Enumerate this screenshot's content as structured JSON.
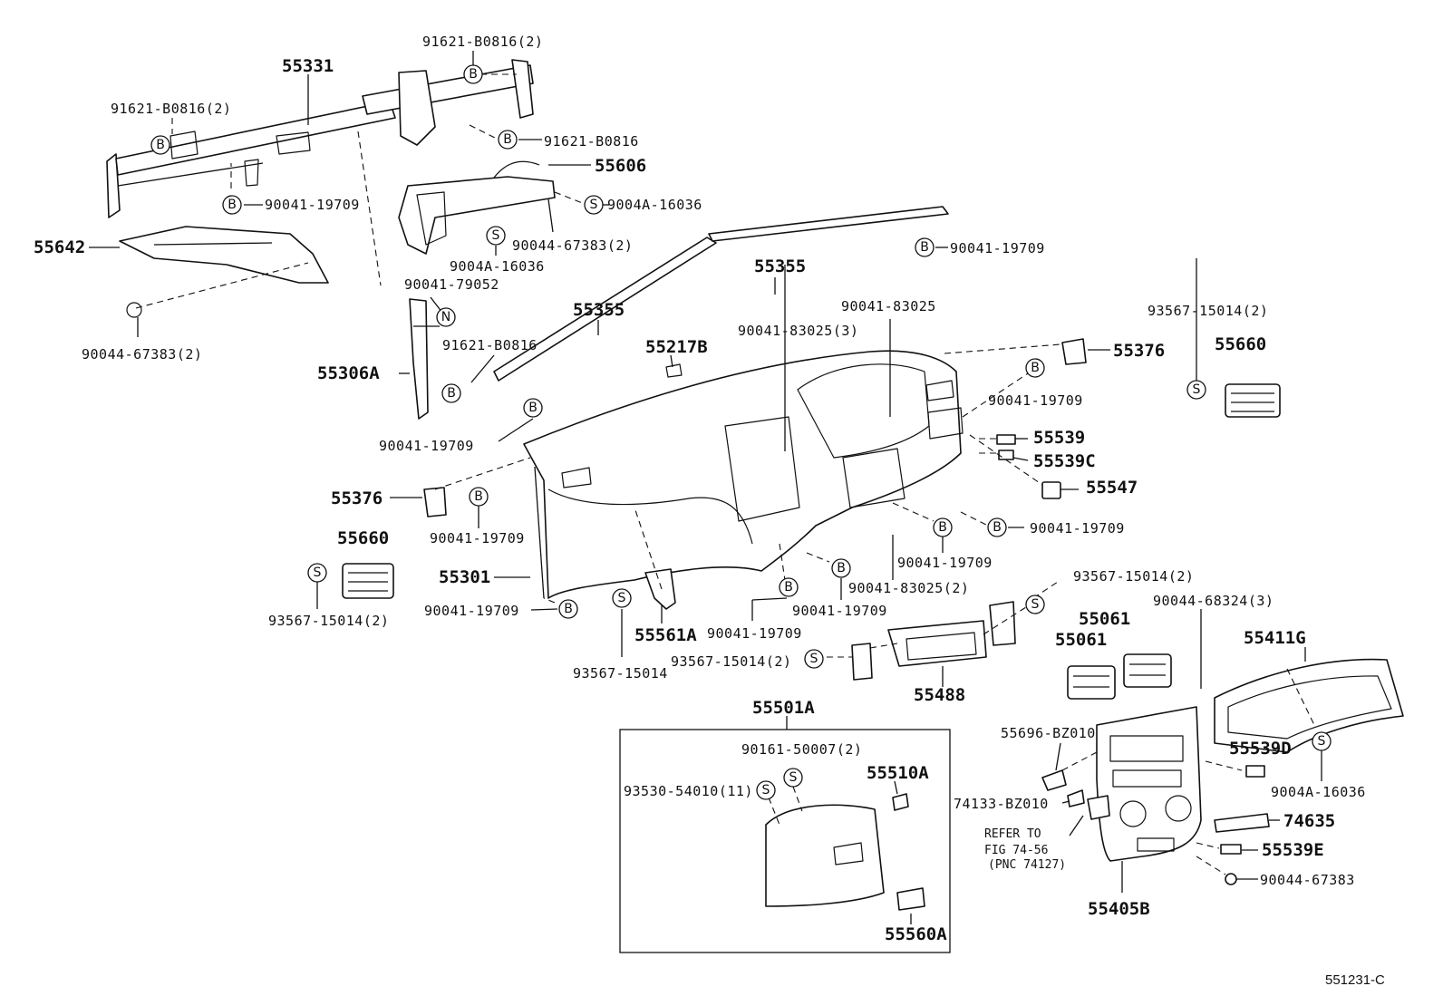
{
  "labels": {
    "p55331": "55331",
    "p91621a": "91621-B0816(2)",
    "p91621b": "91621-B0816(2)",
    "p91621c": "91621-B0816",
    "p55606": "55606",
    "p90041_19709_top": "90041-19709",
    "p9004a_16036_a": "9004A-16036",
    "p90044_67383_2a": "90044-67383(2)",
    "p9004a_16036_b": "9004A-16036",
    "p55642": "55642",
    "p90041_79052": "90041-79052",
    "p90044_67383_2b": "90044-67383(2)",
    "p55355a": "55355",
    "p55355b": "55355",
    "p91621d": "91621-B0816",
    "p55306a": "55306A",
    "p55217b": "55217B",
    "p90041_83025_3": "90041-83025(3)",
    "p90041_83025": "90041-83025",
    "p90041_19709_r1": "90041-19709",
    "p55376a": "55376",
    "p93567_15014_2a": "93567-15014(2)",
    "p55660a": "55660",
    "p90041_19709_r2": "90041-19709",
    "p90041_19709_l1": "90041-19709",
    "p55539": "55539",
    "p55539c": "55539C",
    "p55547": "55547",
    "p55376b": "55376",
    "p90041_19709_l2": "90041-19709",
    "p90041_19709_r3": "90041-19709",
    "p55660b": "55660",
    "p90041_19709_c1": "90041-19709",
    "p55301": "55301",
    "p90041_83025_2": "90041-83025(2)",
    "p90041_19709_c2": "90041-19709",
    "p93567_15014_2b": "93567-15014(2)",
    "p90041_19709_l3": "90041-19709",
    "p93567_15014_2c": "93567-15014(2)",
    "p55561a": "55561A",
    "p90041_19709_c3": "90041-19709",
    "p90044_68324_3": "90044-68324(3)",
    "p55061a": "55061",
    "p55061b": "55061",
    "p55411g": "55411G",
    "p93567_15014_2d": "93567-15014(2)",
    "p93567_15014": "93567-15014",
    "p55488": "55488",
    "p55501a": "55501A",
    "p55696_bz010": "55696-BZ010",
    "p55539d": "55539D",
    "p90161_50007_2": "90161-50007(2)",
    "p55510a": "55510A",
    "p93530_54010_11": "93530-54010(11)",
    "p74133_bz010": "74133-BZ010",
    "p9004a_16036_c": "9004A-16036",
    "p74635": "74635",
    "p_refer1": "REFER TO",
    "p_refer2": "FIG 74-56",
    "p_refer3": "(PNC 74127)",
    "p55539e": "55539E",
    "p90044_67383": "90044-67383",
    "p55405b": "55405B",
    "p55560a": "55560A"
  },
  "symbols": {
    "b": "B",
    "s": "S",
    "n": "N"
  },
  "footer": {
    "figure_code": "551231-C"
  }
}
